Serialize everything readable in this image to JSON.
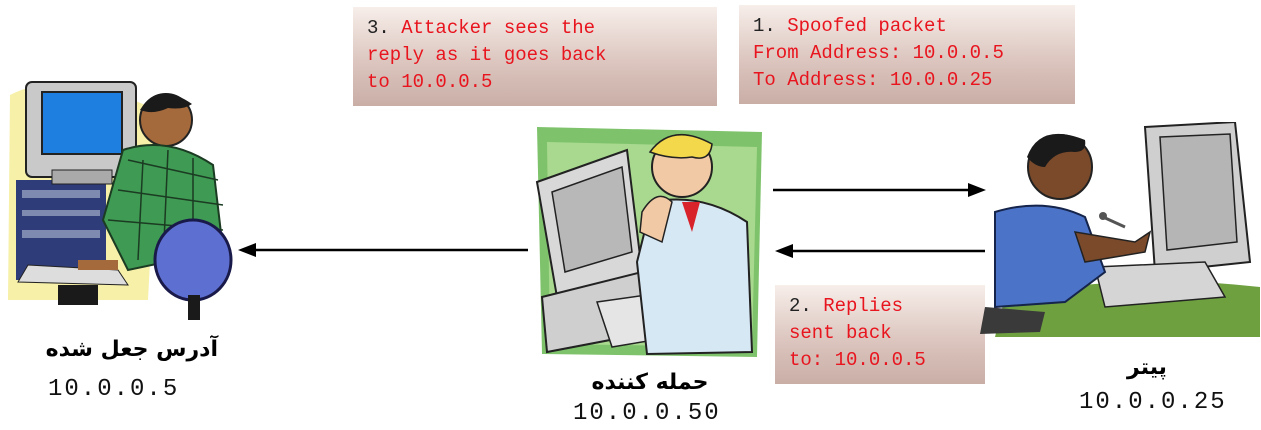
{
  "callouts": {
    "c3": {
      "num": "3.",
      "line1": "Attacker sees the",
      "line2": "reply as it goes back",
      "line3": "to 10.0.0.5"
    },
    "c1": {
      "num": "1.",
      "line1": "Spoofed packet",
      "line2": "From Address: 10.0.0.5",
      "line3": "To Address: 10.0.0.25"
    },
    "c2": {
      "num": "2.",
      "line1": "Replies",
      "line2": "sent back",
      "line3": "to: 10.0.0.5"
    }
  },
  "nodes": {
    "spoofed": {
      "title": "آدرس جعل شده",
      "ip": "10.0.0.5"
    },
    "attacker": {
      "title": "حمله کننده",
      "ip": "10.0.0.50"
    },
    "peter": {
      "title": "پیتر",
      "ip": "10.0.0.25"
    }
  },
  "colors": {
    "callout_text": "#e8141e",
    "arrow": "#000000"
  }
}
